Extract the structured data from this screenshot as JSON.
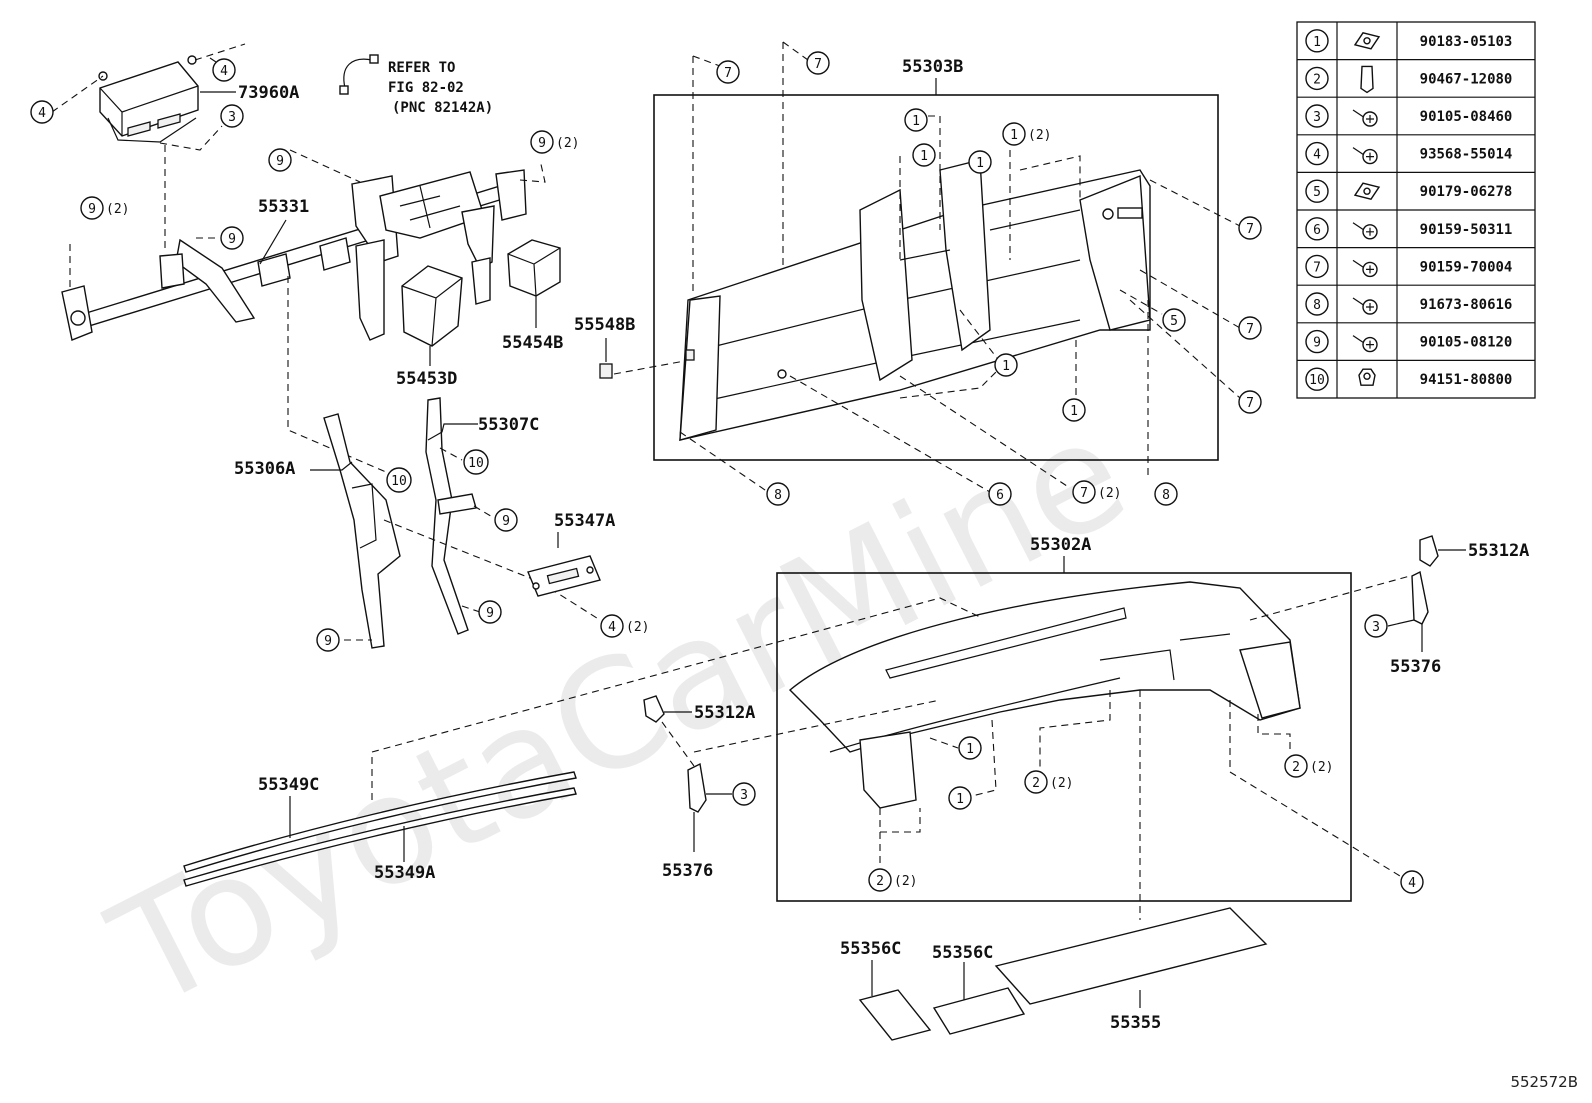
{
  "watermark": "ToyotaCarMine",
  "figure_code": "552572B",
  "refer_note": {
    "line1": "REFER TO",
    "line2": "FIG 82-02",
    "line3": "(PNC 82142A)"
  },
  "part_numbers": {
    "p73960A": "73960A",
    "p55331": "55331",
    "p55453D": "55453D",
    "p55454B": "55454B",
    "p55548B": "55548B",
    "p55303B": "55303B",
    "p55307C": "55307C",
    "p55306A": "55306A",
    "p55347A": "55347A",
    "p55302A": "55302A",
    "p55312A_r": "55312A",
    "p55312A_l": "55312A",
    "p55376_r": "55376",
    "p55376_l": "55376",
    "p55349C": "55349C",
    "p55349A": "55349A",
    "p55356C_a": "55356C",
    "p55356C_b": "55356C",
    "p55355": "55355"
  },
  "qty_label": "(2)",
  "fastener_table": [
    {
      "num": "1",
      "part": "90183-05103",
      "icon": "clip-nut-icon"
    },
    {
      "num": "2",
      "part": "90467-12080",
      "icon": "clip-icon"
    },
    {
      "num": "3",
      "part": "90105-08460",
      "icon": "bolt-washer-icon"
    },
    {
      "num": "4",
      "part": "93568-55014",
      "icon": "screw-icon"
    },
    {
      "num": "5",
      "part": "90179-06278",
      "icon": "clip-nut-icon"
    },
    {
      "num": "6",
      "part": "90159-50311",
      "icon": "tapping-screw-icon"
    },
    {
      "num": "7",
      "part": "90159-70004",
      "icon": "tapping-screw-icon"
    },
    {
      "num": "8",
      "part": "91673-80616",
      "icon": "bolt-icon"
    },
    {
      "num": "9",
      "part": "90105-08120",
      "icon": "bolt-washer-icon"
    },
    {
      "num": "10",
      "part": "94151-80800",
      "icon": "nut-icon"
    }
  ]
}
